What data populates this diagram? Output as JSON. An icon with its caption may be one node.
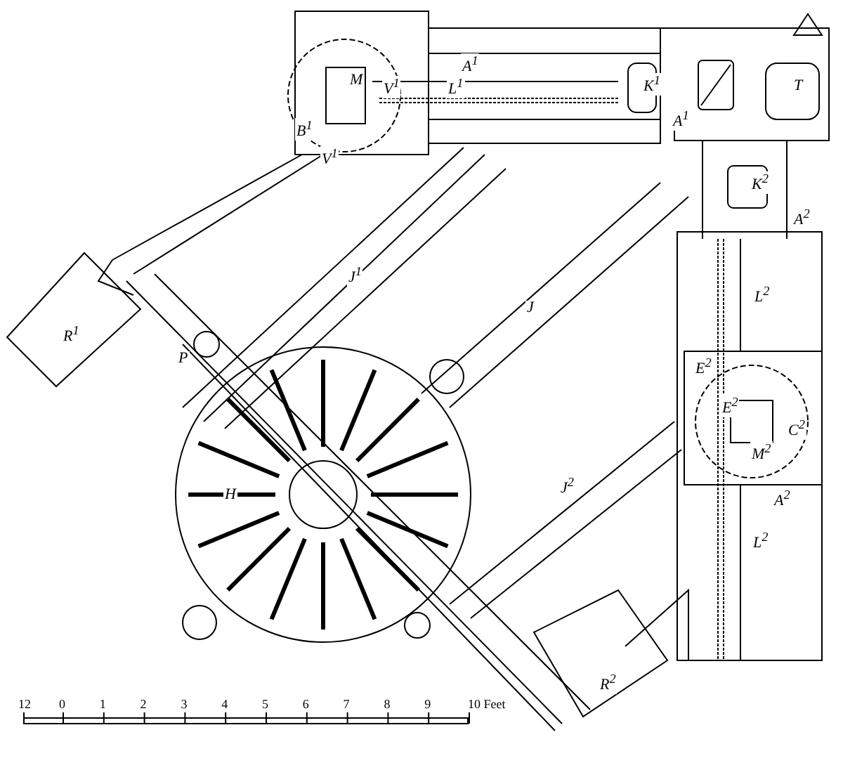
{
  "diagram": {
    "labels": [
      "M",
      "B$^{1}$",
      "V$^{1}$",
      "A$^{1}$",
      "V$^{1}$",
      "L$^{1}$",
      "K$^{1}$",
      "T",
      "A$^{1}$",
      "K$^{2}$",
      "A$^{2}$",
      "R$^{1}$",
      "J$^{1}$",
      "P",
      "J",
      "L$^{2}$",
      "E$^{2}$",
      "E$^{2}$",
      "C$^{2}$",
      "M$^{2}$",
      "A$^{2}$",
      "J$^{2}$",
      "L$^{2}$",
      "H",
      "R$^{2}$",
      "12",
      "0",
      "1",
      "2",
      "3",
      "4",
      "5",
      "6",
      "7",
      "8",
      "9",
      "10 Feet"
    ]
  }
}
